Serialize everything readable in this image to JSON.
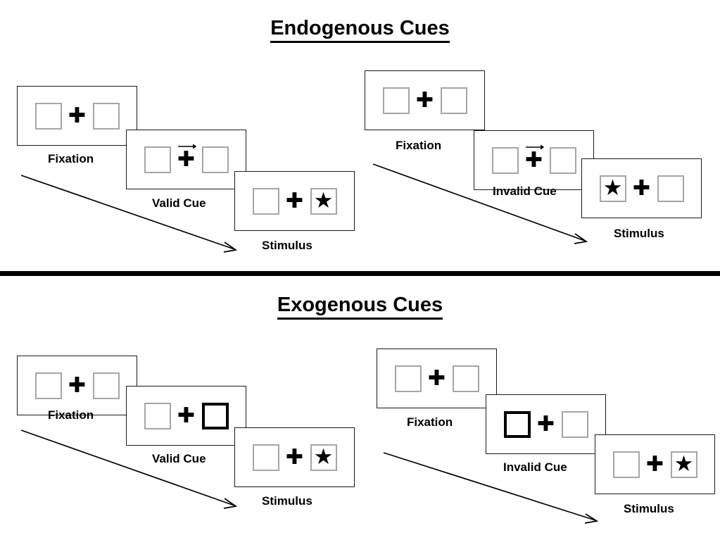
{
  "sections": [
    {
      "id": "endogenous",
      "title": "Endogenous Cues",
      "trials": [
        {
          "id": "endogenous-valid",
          "frames": [
            {
              "label": "Fixation",
              "left_box": "empty",
              "right_box": "empty",
              "cue": "none"
            },
            {
              "label": "Valid Cue",
              "left_box": "empty",
              "right_box": "empty",
              "cue": "arrow-right"
            },
            {
              "label": "Stimulus",
              "left_box": "empty",
              "right_box": "star",
              "cue": "none"
            }
          ]
        },
        {
          "id": "endogenous-invalid",
          "frames": [
            {
              "label": "Fixation",
              "left_box": "empty",
              "right_box": "empty",
              "cue": "none"
            },
            {
              "label": "Invalid Cue",
              "left_box": "empty",
              "right_box": "empty",
              "cue": "arrow-right"
            },
            {
              "label": "Stimulus",
              "left_box": "star",
              "right_box": "empty",
              "cue": "none"
            }
          ]
        }
      ]
    },
    {
      "id": "exogenous",
      "title": "Exogenous Cues",
      "trials": [
        {
          "id": "exogenous-valid",
          "frames": [
            {
              "label": "Fixation",
              "left_box": "empty",
              "right_box": "empty",
              "cue": "none"
            },
            {
              "label": "Valid Cue",
              "left_box": "empty",
              "right_box": "cued",
              "cue": "none"
            },
            {
              "label": "Stimulus",
              "left_box": "empty",
              "right_box": "star",
              "cue": "none"
            }
          ]
        },
        {
          "id": "exogenous-invalid",
          "frames": [
            {
              "label": "Fixation",
              "left_box": "empty",
              "right_box": "empty",
              "cue": "none"
            },
            {
              "label": "Invalid Cue",
              "left_box": "cued",
              "right_box": "empty",
              "cue": "none"
            },
            {
              "label": "Stimulus",
              "left_box": "empty",
              "right_box": "star",
              "cue": "none"
            }
          ]
        }
      ]
    }
  ],
  "glyphs": {
    "star": "★",
    "plus": "✚"
  },
  "colors": {
    "ink": "#000000",
    "panel_border": "#1a1a1a",
    "box_border": "#a6a6a6",
    "cued_box_border": "#000000",
    "background": "#ffffff"
  }
}
